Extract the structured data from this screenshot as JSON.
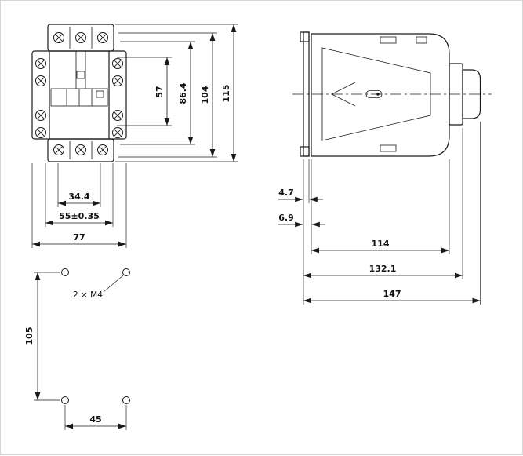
{
  "drawing": {
    "front_view": {
      "dims": {
        "d57": "57",
        "d86_4": "86.4",
        "d104": "104",
        "d115": "115",
        "d34_4": "34.4",
        "d55": "55±0.35",
        "d77": "77"
      }
    },
    "side_view": {
      "dims": {
        "d4_7": "4.7",
        "d6_9": "6.9",
        "d114": "114",
        "d132_1": "132.1",
        "d147": "147"
      }
    },
    "drill_plan": {
      "hole_label": "2 × M4",
      "dims": {
        "d105": "105",
        "d45": "45"
      }
    },
    "colors": {
      "line": "#1a1a1a",
      "background": "#ffffff"
    }
  }
}
